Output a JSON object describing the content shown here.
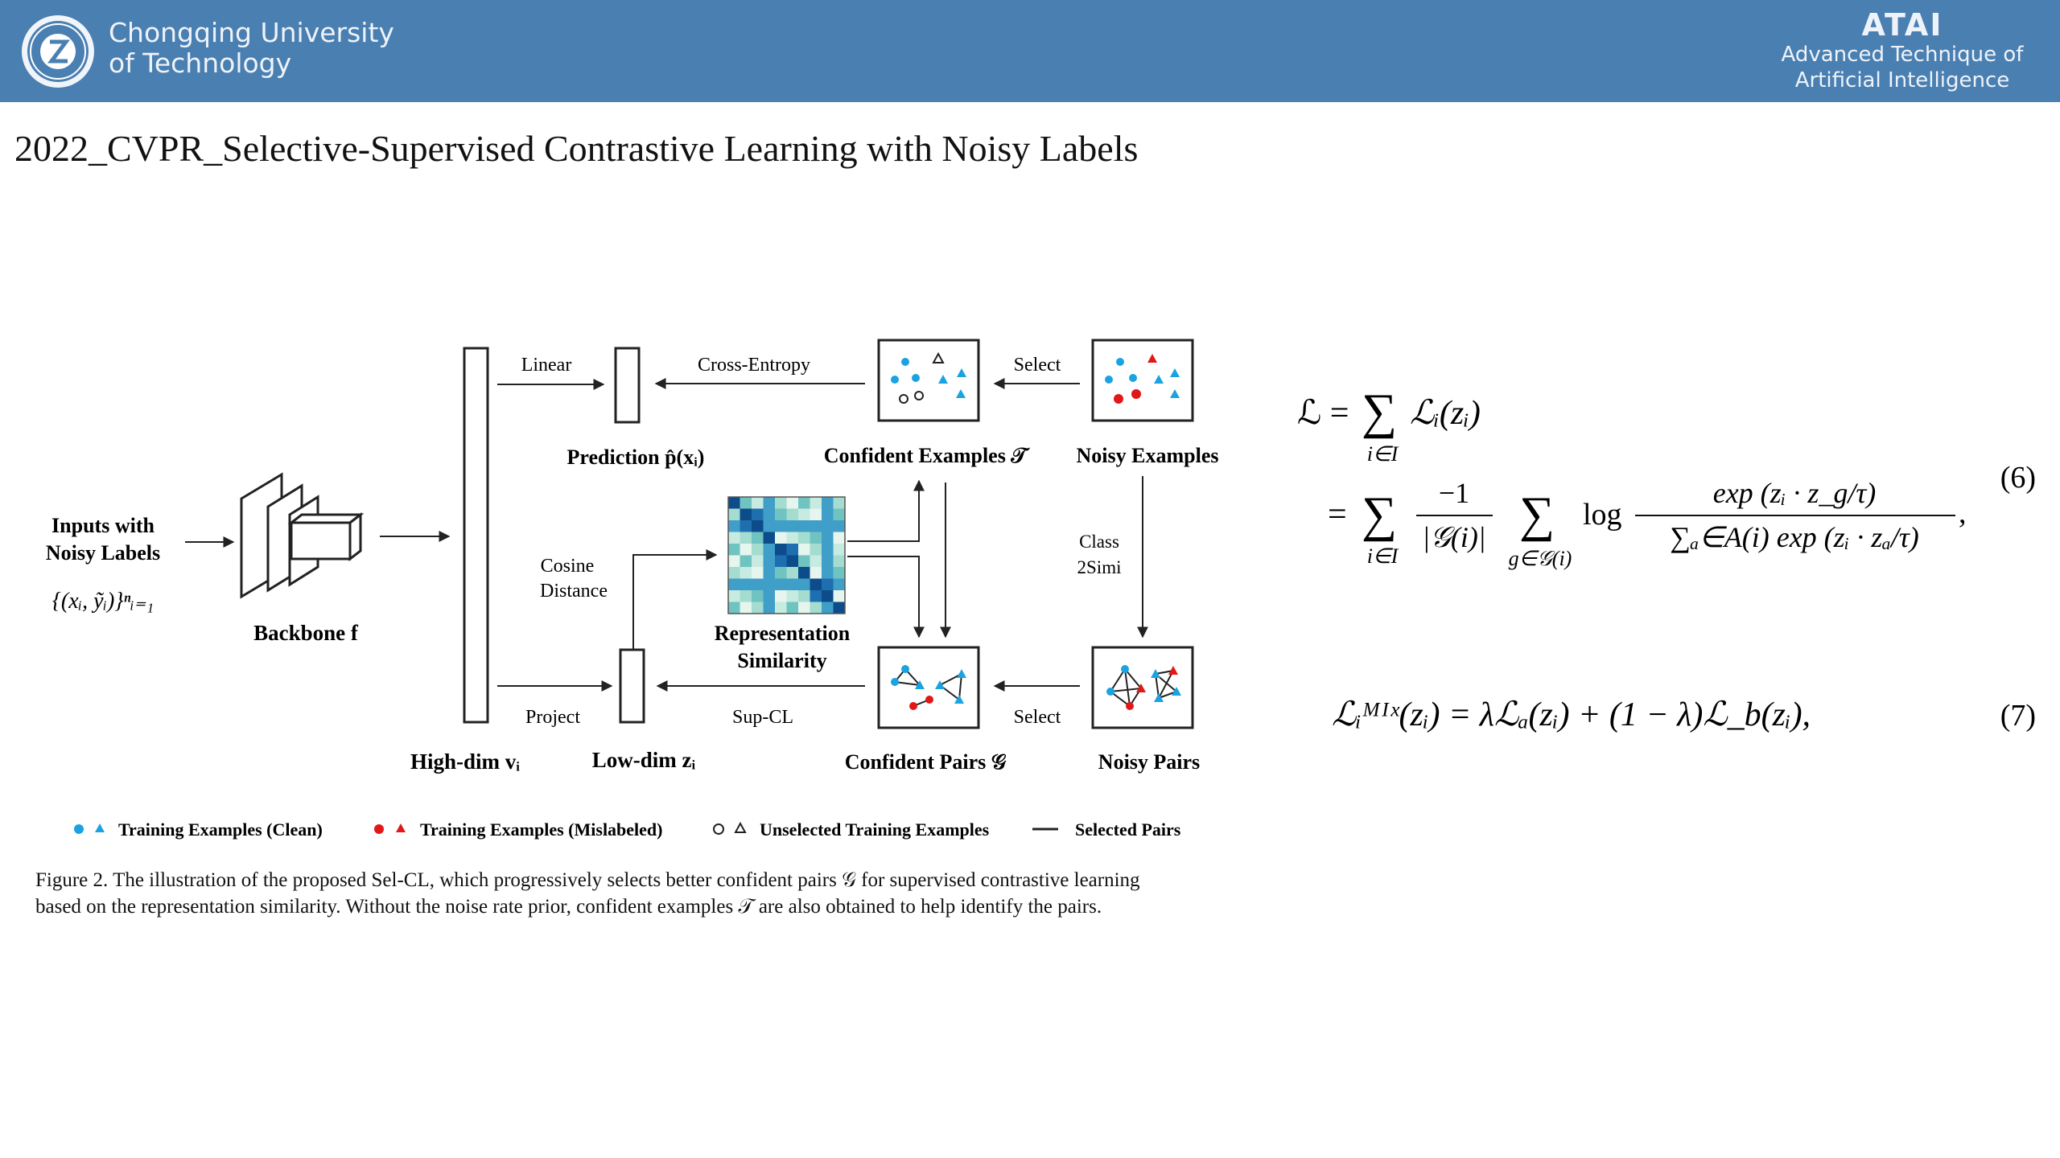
{
  "header": {
    "university_line1": "Chongqing University",
    "university_line2": "of Technology",
    "brand": "ATAI",
    "brand_sub_line1": "Advanced Technique of",
    "brand_sub_line2": "Artificial  Intelligence",
    "bar_color": "#4a7fb2"
  },
  "title": "2022_CVPR_Selective-Supervised Contrastive Learning with Noisy Labels",
  "figure": {
    "inputs_line1": "Inputs with",
    "inputs_line2": "Noisy Labels",
    "inputs_formula": "{(xᵢ, ỹᵢ)}ⁿᵢ₌₁",
    "backbone": "Backbone f",
    "linear": "Linear",
    "cross_entropy": "Cross-Entropy",
    "select_top": "Select",
    "prediction": "Prediction  p̂(xᵢ)",
    "confident_examples": "Confident Examples 𝒯",
    "noisy_examples": "Noisy Examples",
    "cosine_line1": "Cosine",
    "cosine_line2": "Distance",
    "class_line1": "Class",
    "class_line2": "2Simi",
    "rep_line1": "Representation",
    "rep_line2": "Similarity",
    "project": "Project",
    "sup_cl": "Sup-CL",
    "select_bottom": "Select",
    "high_dim": "High-dim  vᵢ",
    "low_dim": "Low-dim  zᵢ",
    "confident_pairs": "Confident Pairs 𝒢",
    "noisy_pairs": "Noisy Pairs",
    "legend": [
      "Training Examples (Clean)",
      "Training Examples (Mislabeled)",
      "Unselected Training Examples",
      "Selected Pairs"
    ],
    "colors": {
      "clean": "#1aa3e0",
      "mislabeled": "#e01818"
    }
  },
  "caption": {
    "line1": "Figure 2. The illustration of the proposed Sel-CL, which progressively selects better confident pairs 𝒢 for supervised contrastive learning",
    "line2": "based on the representation similarity. Without the noise rate prior, confident examples 𝒯 are also obtained to help identify the pairs."
  },
  "equations": {
    "eq6_number": "(6)",
    "eq7_number": "(7)",
    "eq6_line1_lhs": "ℒ =",
    "eq6_line1_rhs": "ℒᵢ(zᵢ)",
    "sum_sub_I": "i∈I",
    "eq6_line2_eq": "=",
    "minus_one": "−1",
    "abs_G": "|𝒢(i)|",
    "sum_sub_G": "g∈𝒢(i)",
    "log": "log",
    "numerator": "exp (zᵢ · z_g/τ)",
    "denominator": "∑ₐ∈A(i) exp (zᵢ · zₐ/τ)",
    "comma": ",",
    "eq7": "ℒᵢᴹᴵˣ(zᵢ) = λℒₐ(zᵢ) + (1 − λ)ℒ_b(zᵢ),"
  }
}
